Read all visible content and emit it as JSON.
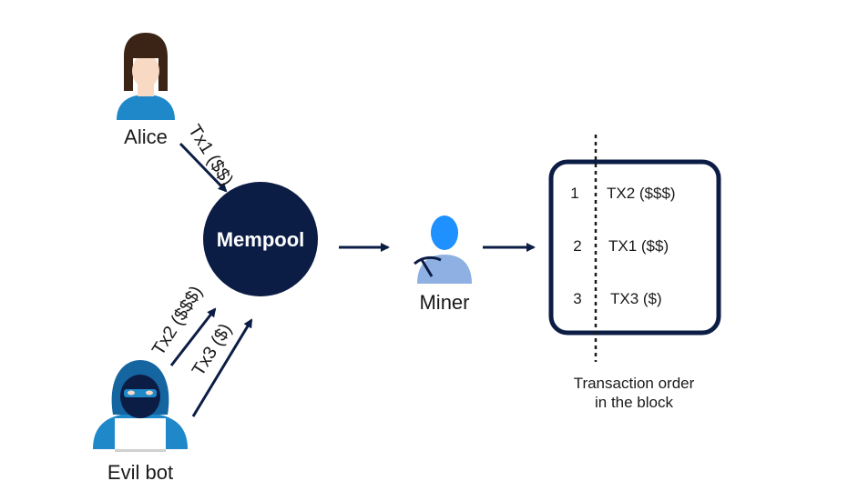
{
  "actors": {
    "alice": "Alice",
    "evil_bot": "Evil bot",
    "miner": "Miner"
  },
  "mempool": "Mempool",
  "edges": {
    "alice_tx": "Tx1 ($$)",
    "bot_tx_a": "Tx2 ($$$)",
    "bot_tx_b": "Tx3 ($)"
  },
  "block": {
    "rows": [
      {
        "index": "1",
        "tx": "TX2 ($$$)"
      },
      {
        "index": "2",
        "tx": "TX1 ($$)"
      },
      {
        "index": "3",
        "tx": "TX3 ($)"
      }
    ],
    "caption_line1": "Transaction order",
    "caption_line2": "in the block"
  },
  "colors": {
    "navy": "#0c1d45",
    "blue": "#1e88c9",
    "blue_dark": "#1565a0",
    "skin": "#f7d9c4",
    "hair": "#3b2416",
    "miner_head": "#1e90ff",
    "miner_body": "#8fb0e3"
  }
}
